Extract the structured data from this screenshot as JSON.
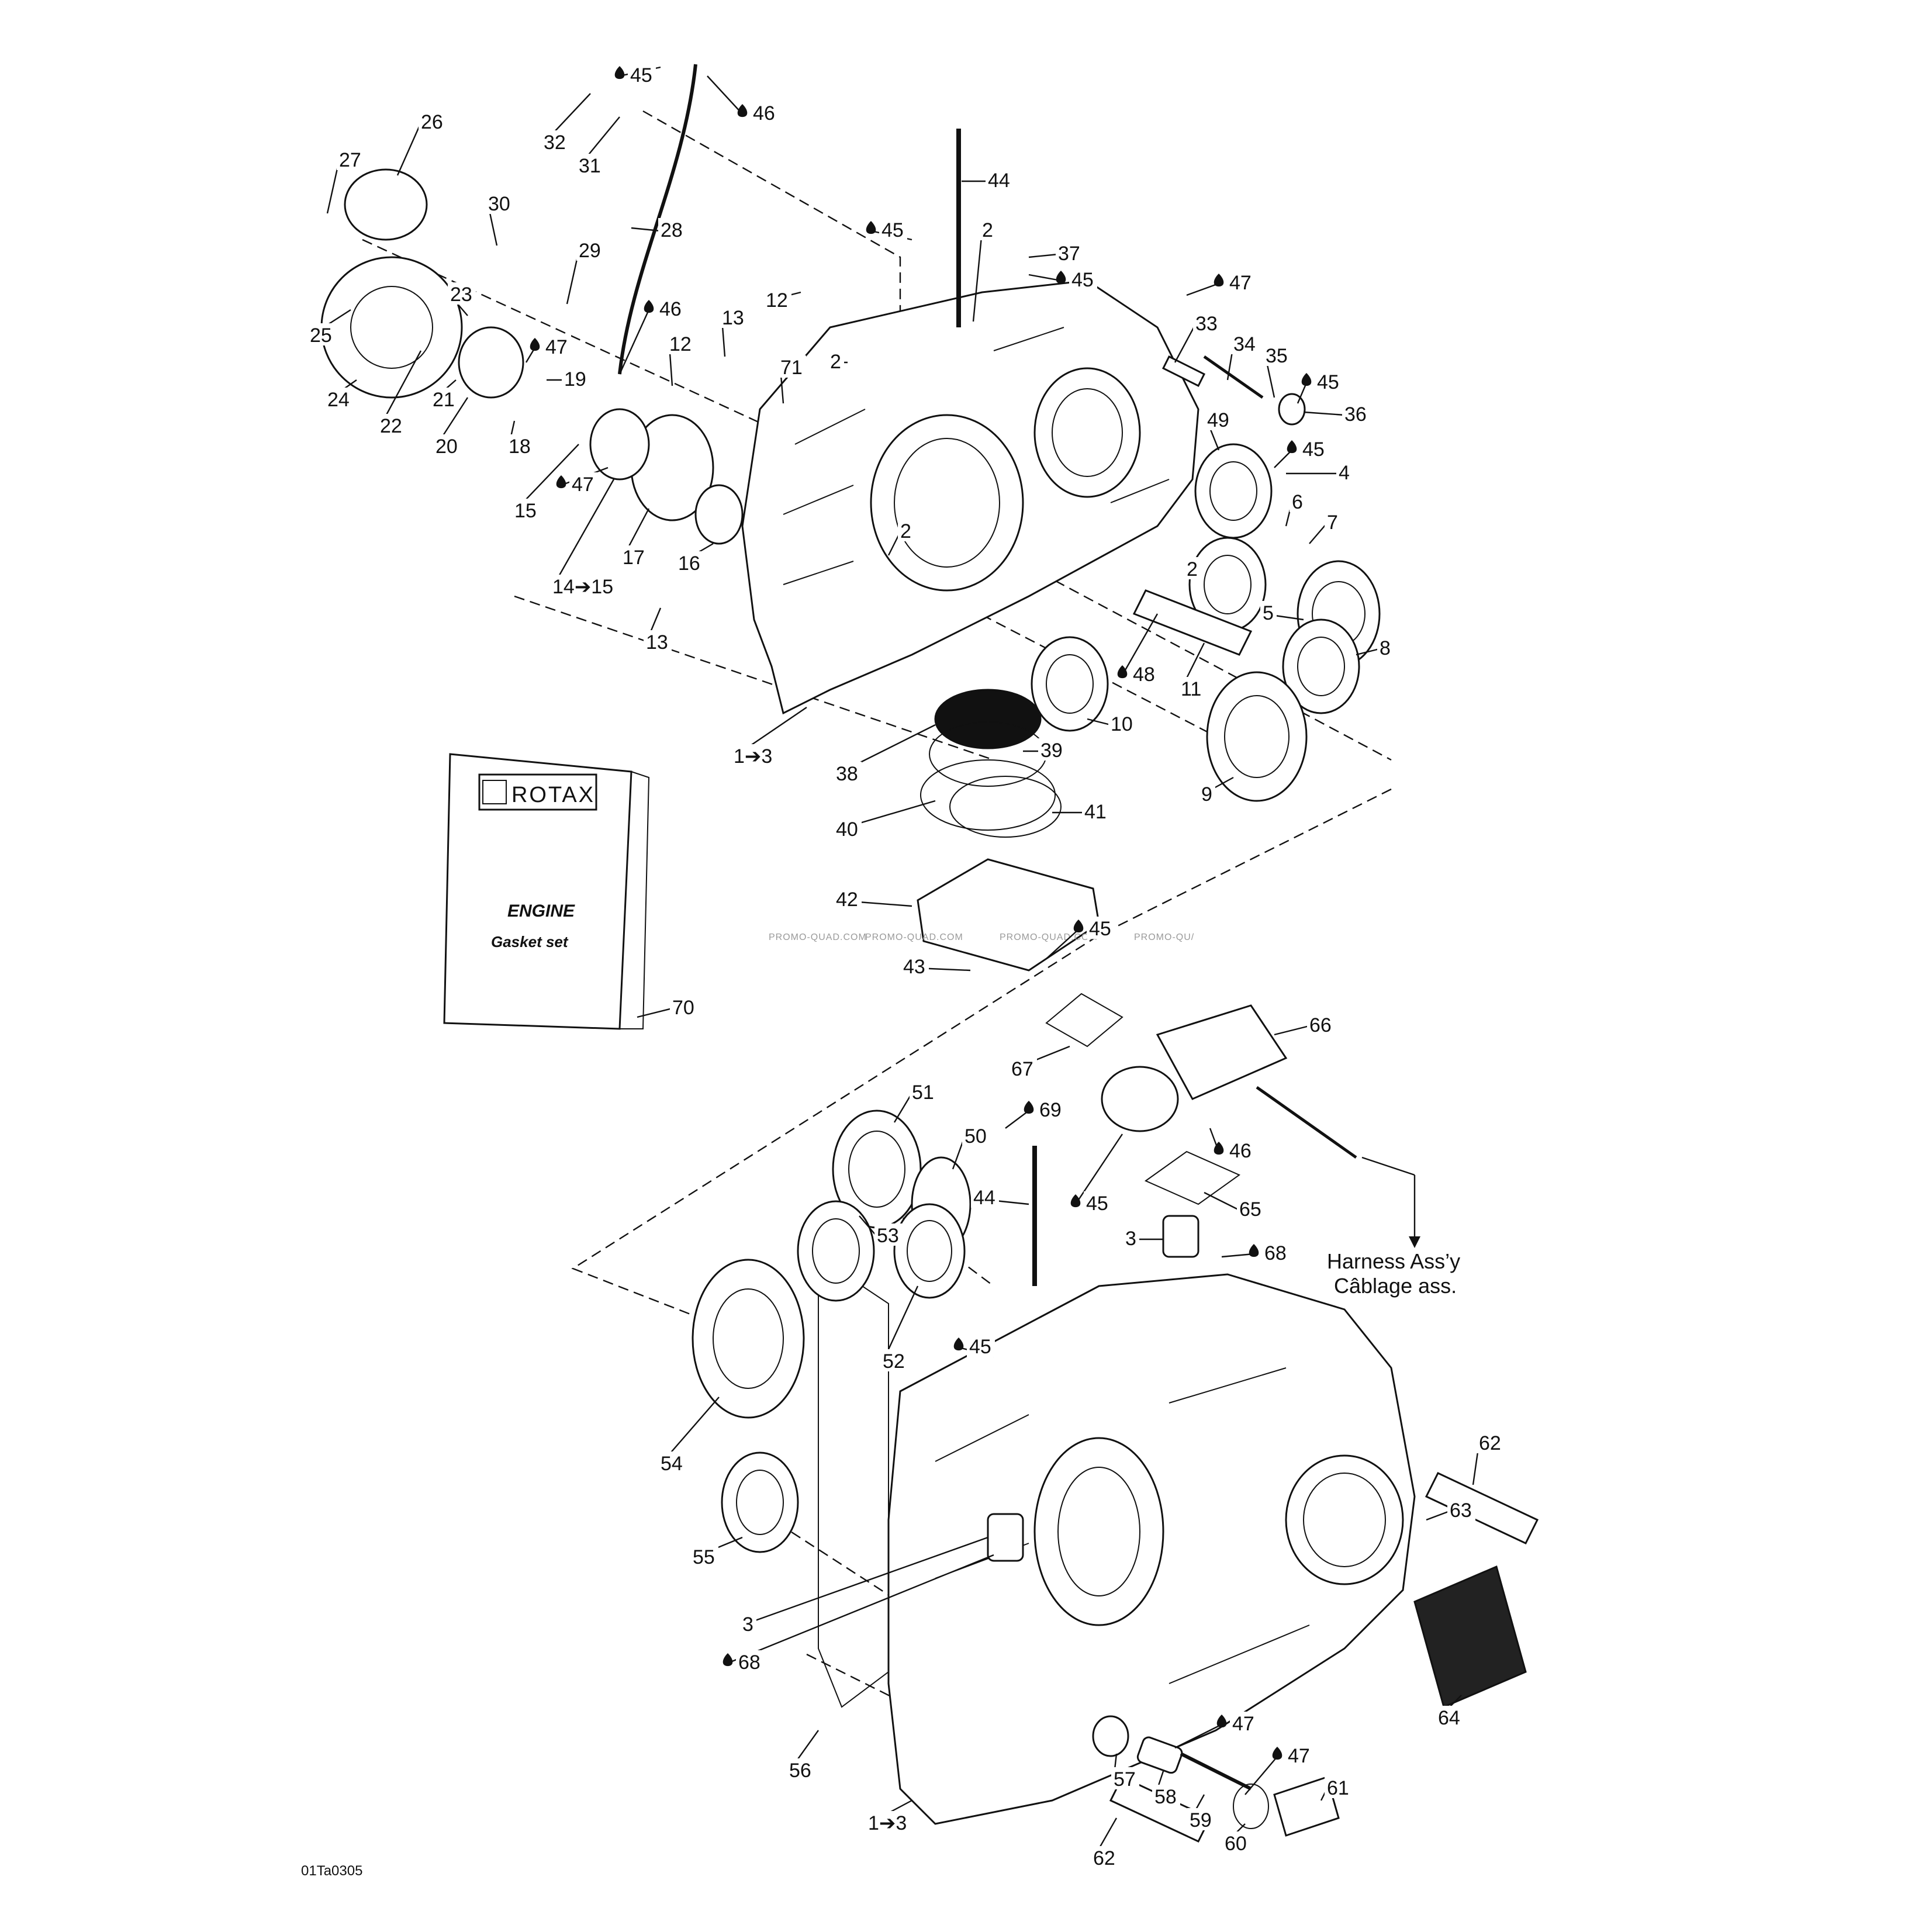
{
  "figure_code": "01Ta0305",
  "watermarks": [
    "PROMO-QUAD.COM",
    "PROMO-QUAD.COM",
    "PROMO-QUAD.COM",
    "PROMO-QU/"
  ],
  "brand": "ROTAX",
  "book": {
    "line1": "ENGINE",
    "line2": "Gasket set"
  },
  "harness": {
    "line1": "Harness Ass’y",
    "line2": "Câblage ass."
  },
  "callouts": [
    {
      "id": "c45a",
      "text": "45",
      "drop": true
    },
    {
      "id": "c46a",
      "text": "46",
      "drop": true
    },
    {
      "id": "c32",
      "text": "32",
      "drop": false
    },
    {
      "id": "c31",
      "text": "31",
      "drop": false
    },
    {
      "id": "c26",
      "text": "26",
      "drop": false
    },
    {
      "id": "c27",
      "text": "27",
      "drop": false
    },
    {
      "id": "c30",
      "text": "30",
      "drop": false
    },
    {
      "id": "c28",
      "text": "28",
      "drop": false
    },
    {
      "id": "c44a",
      "text": "44",
      "drop": false
    },
    {
      "id": "c45b",
      "text": "45",
      "drop": true
    },
    {
      "id": "c2a",
      "text": "2",
      "drop": false
    },
    {
      "id": "c37",
      "text": "37",
      "drop": false
    },
    {
      "id": "c45c",
      "text": "45",
      "drop": true
    },
    {
      "id": "c47a",
      "text": "47",
      "drop": true
    },
    {
      "id": "c29",
      "text": "29",
      "drop": false
    },
    {
      "id": "c12a",
      "text": "12",
      "drop": false
    },
    {
      "id": "c46b",
      "text": "46",
      "drop": true
    },
    {
      "id": "c25",
      "text": "25",
      "drop": false
    },
    {
      "id": "c23",
      "text": "23",
      "drop": false
    },
    {
      "id": "c13a",
      "text": "13",
      "drop": false
    },
    {
      "id": "c12b",
      "text": "12",
      "drop": false
    },
    {
      "id": "c47b",
      "text": "47",
      "drop": true
    },
    {
      "id": "c2b",
      "text": "2",
      "drop": false
    },
    {
      "id": "c71",
      "text": "71",
      "drop": false
    },
    {
      "id": "c19",
      "text": "19",
      "drop": false
    },
    {
      "id": "c33",
      "text": "33",
      "drop": false
    },
    {
      "id": "c34",
      "text": "34",
      "drop": false
    },
    {
      "id": "c35",
      "text": "35",
      "drop": false
    },
    {
      "id": "c45d",
      "text": "45",
      "drop": true
    },
    {
      "id": "c36",
      "text": "36",
      "drop": false
    },
    {
      "id": "c24",
      "text": "24",
      "drop": false
    },
    {
      "id": "c22",
      "text": "22",
      "drop": false
    },
    {
      "id": "c21",
      "text": "21",
      "drop": false
    },
    {
      "id": "c20",
      "text": "20",
      "drop": false
    },
    {
      "id": "c18",
      "text": "18",
      "drop": false
    },
    {
      "id": "c49",
      "text": "49",
      "drop": false
    },
    {
      "id": "c45e",
      "text": "45",
      "drop": true
    },
    {
      "id": "c4",
      "text": "4",
      "drop": false
    },
    {
      "id": "c47c",
      "text": "47",
      "drop": true
    },
    {
      "id": "c15a",
      "text": "15",
      "drop": false
    },
    {
      "id": "c6",
      "text": "6",
      "drop": false
    },
    {
      "id": "c7",
      "text": "7",
      "drop": false
    },
    {
      "id": "c17",
      "text": "17",
      "drop": false
    },
    {
      "id": "c16",
      "text": "16",
      "drop": false
    },
    {
      "id": "c2c",
      "text": "2",
      "drop": false
    },
    {
      "id": "c2d",
      "text": "2",
      "drop": false
    },
    {
      "id": "c14",
      "text": "14➔15",
      "drop": false
    },
    {
      "id": "c5",
      "text": "5",
      "drop": false
    },
    {
      "id": "c13b",
      "text": "13",
      "drop": false
    },
    {
      "id": "c8",
      "text": "8",
      "drop": false
    },
    {
      "id": "c48",
      "text": "48",
      "drop": true
    },
    {
      "id": "c11",
      "text": "11",
      "drop": false
    },
    {
      "id": "c10",
      "text": "10",
      "drop": false
    },
    {
      "id": "c1a",
      "text": "1➔3",
      "drop": false
    },
    {
      "id": "c39",
      "text": "39",
      "drop": false
    },
    {
      "id": "c38",
      "text": "38",
      "drop": false
    },
    {
      "id": "c9",
      "text": "9",
      "drop": false
    },
    {
      "id": "c41",
      "text": "41",
      "drop": false
    },
    {
      "id": "c40",
      "text": "40",
      "drop": false
    },
    {
      "id": "c42",
      "text": "42",
      "drop": false
    },
    {
      "id": "c45f",
      "text": "45",
      "drop": true
    },
    {
      "id": "c43",
      "text": "43",
      "drop": false
    },
    {
      "id": "c70",
      "text": "70",
      "drop": false
    },
    {
      "id": "c66",
      "text": "66",
      "drop": false
    },
    {
      "id": "c67",
      "text": "67",
      "drop": false
    },
    {
      "id": "c51",
      "text": "51",
      "drop": false
    },
    {
      "id": "c69",
      "text": "69",
      "drop": true
    },
    {
      "id": "c50",
      "text": "50",
      "drop": false
    },
    {
      "id": "c46c",
      "text": "46",
      "drop": true
    },
    {
      "id": "c45g",
      "text": "45",
      "drop": true
    },
    {
      "id": "c65",
      "text": "65",
      "drop": false
    },
    {
      "id": "c44b",
      "text": "44",
      "drop": false
    },
    {
      "id": "c3a",
      "text": "3",
      "drop": false
    },
    {
      "id": "c68a",
      "text": "68",
      "drop": true
    },
    {
      "id": "c53",
      "text": "53",
      "drop": false
    },
    {
      "id": "c52",
      "text": "52",
      "drop": false
    },
    {
      "id": "c45h",
      "text": "45",
      "drop": true
    },
    {
      "id": "c54",
      "text": "54",
      "drop": false
    },
    {
      "id": "c62a",
      "text": "62",
      "drop": false
    },
    {
      "id": "c63",
      "text": "63",
      "drop": false
    },
    {
      "id": "c55",
      "text": "55",
      "drop": false
    },
    {
      "id": "c3b",
      "text": "3",
      "drop": false
    },
    {
      "id": "c68b",
      "text": "68",
      "drop": true
    },
    {
      "id": "c64",
      "text": "64",
      "drop": false
    },
    {
      "id": "c47d",
      "text": "47",
      "drop": true
    },
    {
      "id": "c47e",
      "text": "47",
      "drop": true
    },
    {
      "id": "c56",
      "text": "56",
      "drop": false
    },
    {
      "id": "c57",
      "text": "57",
      "drop": false
    },
    {
      "id": "c58",
      "text": "58",
      "drop": false
    },
    {
      "id": "c61",
      "text": "61",
      "drop": false
    },
    {
      "id": "c1b",
      "text": "1➔3",
      "drop": false
    },
    {
      "id": "c59",
      "text": "59",
      "drop": false
    },
    {
      "id": "c60",
      "text": "60",
      "drop": false
    },
    {
      "id": "c62b",
      "text": "62",
      "drop": false
    }
  ]
}
